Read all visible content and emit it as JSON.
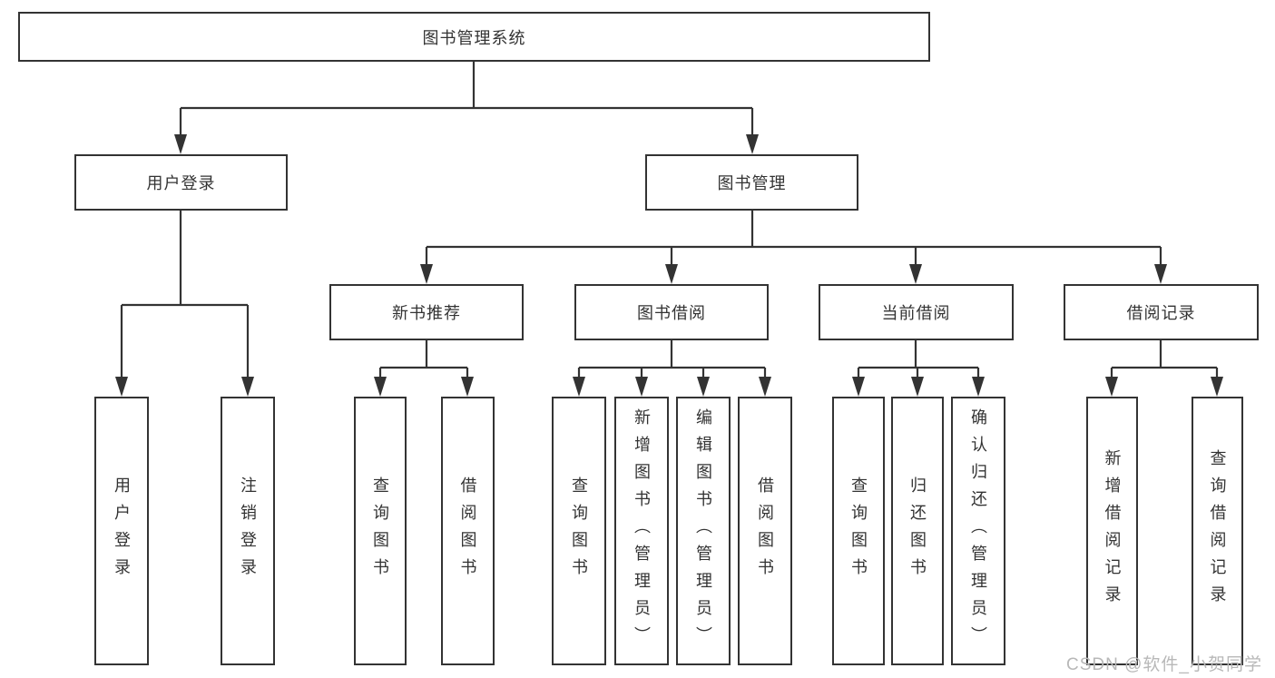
{
  "diagram": {
    "root": {
      "label": "图书管理系统"
    },
    "branches": [
      {
        "label": "用户登录",
        "children": [
          {
            "label": "用户登录"
          },
          {
            "label": "注销登录"
          }
        ]
      },
      {
        "label": "图书管理",
        "children": [
          {
            "label": "新书推荐",
            "children": [
              {
                "label": "查询图书"
              },
              {
                "label": "借阅图书"
              }
            ]
          },
          {
            "label": "图书借阅",
            "children": [
              {
                "label": "查询图书"
              },
              {
                "label": "新增图书（管理员）"
              },
              {
                "label": "编辑图书（管理员）"
              },
              {
                "label": "借阅图书"
              }
            ]
          },
          {
            "label": "当前借阅",
            "children": [
              {
                "label": "查询图书"
              },
              {
                "label": "归还图书"
              },
              {
                "label": "确认归还（管理员）"
              }
            ]
          },
          {
            "label": "借阅记录",
            "children": [
              {
                "label": "新增借阅记录"
              },
              {
                "label": "查询借阅记录"
              }
            ]
          }
        ]
      }
    ]
  },
  "watermark": {
    "text": "CSDN @软件_小贺同学"
  },
  "colors": {
    "line": "#333333",
    "text": "#333333",
    "watermark": "#b8b8b8",
    "background": "#ffffff"
  }
}
